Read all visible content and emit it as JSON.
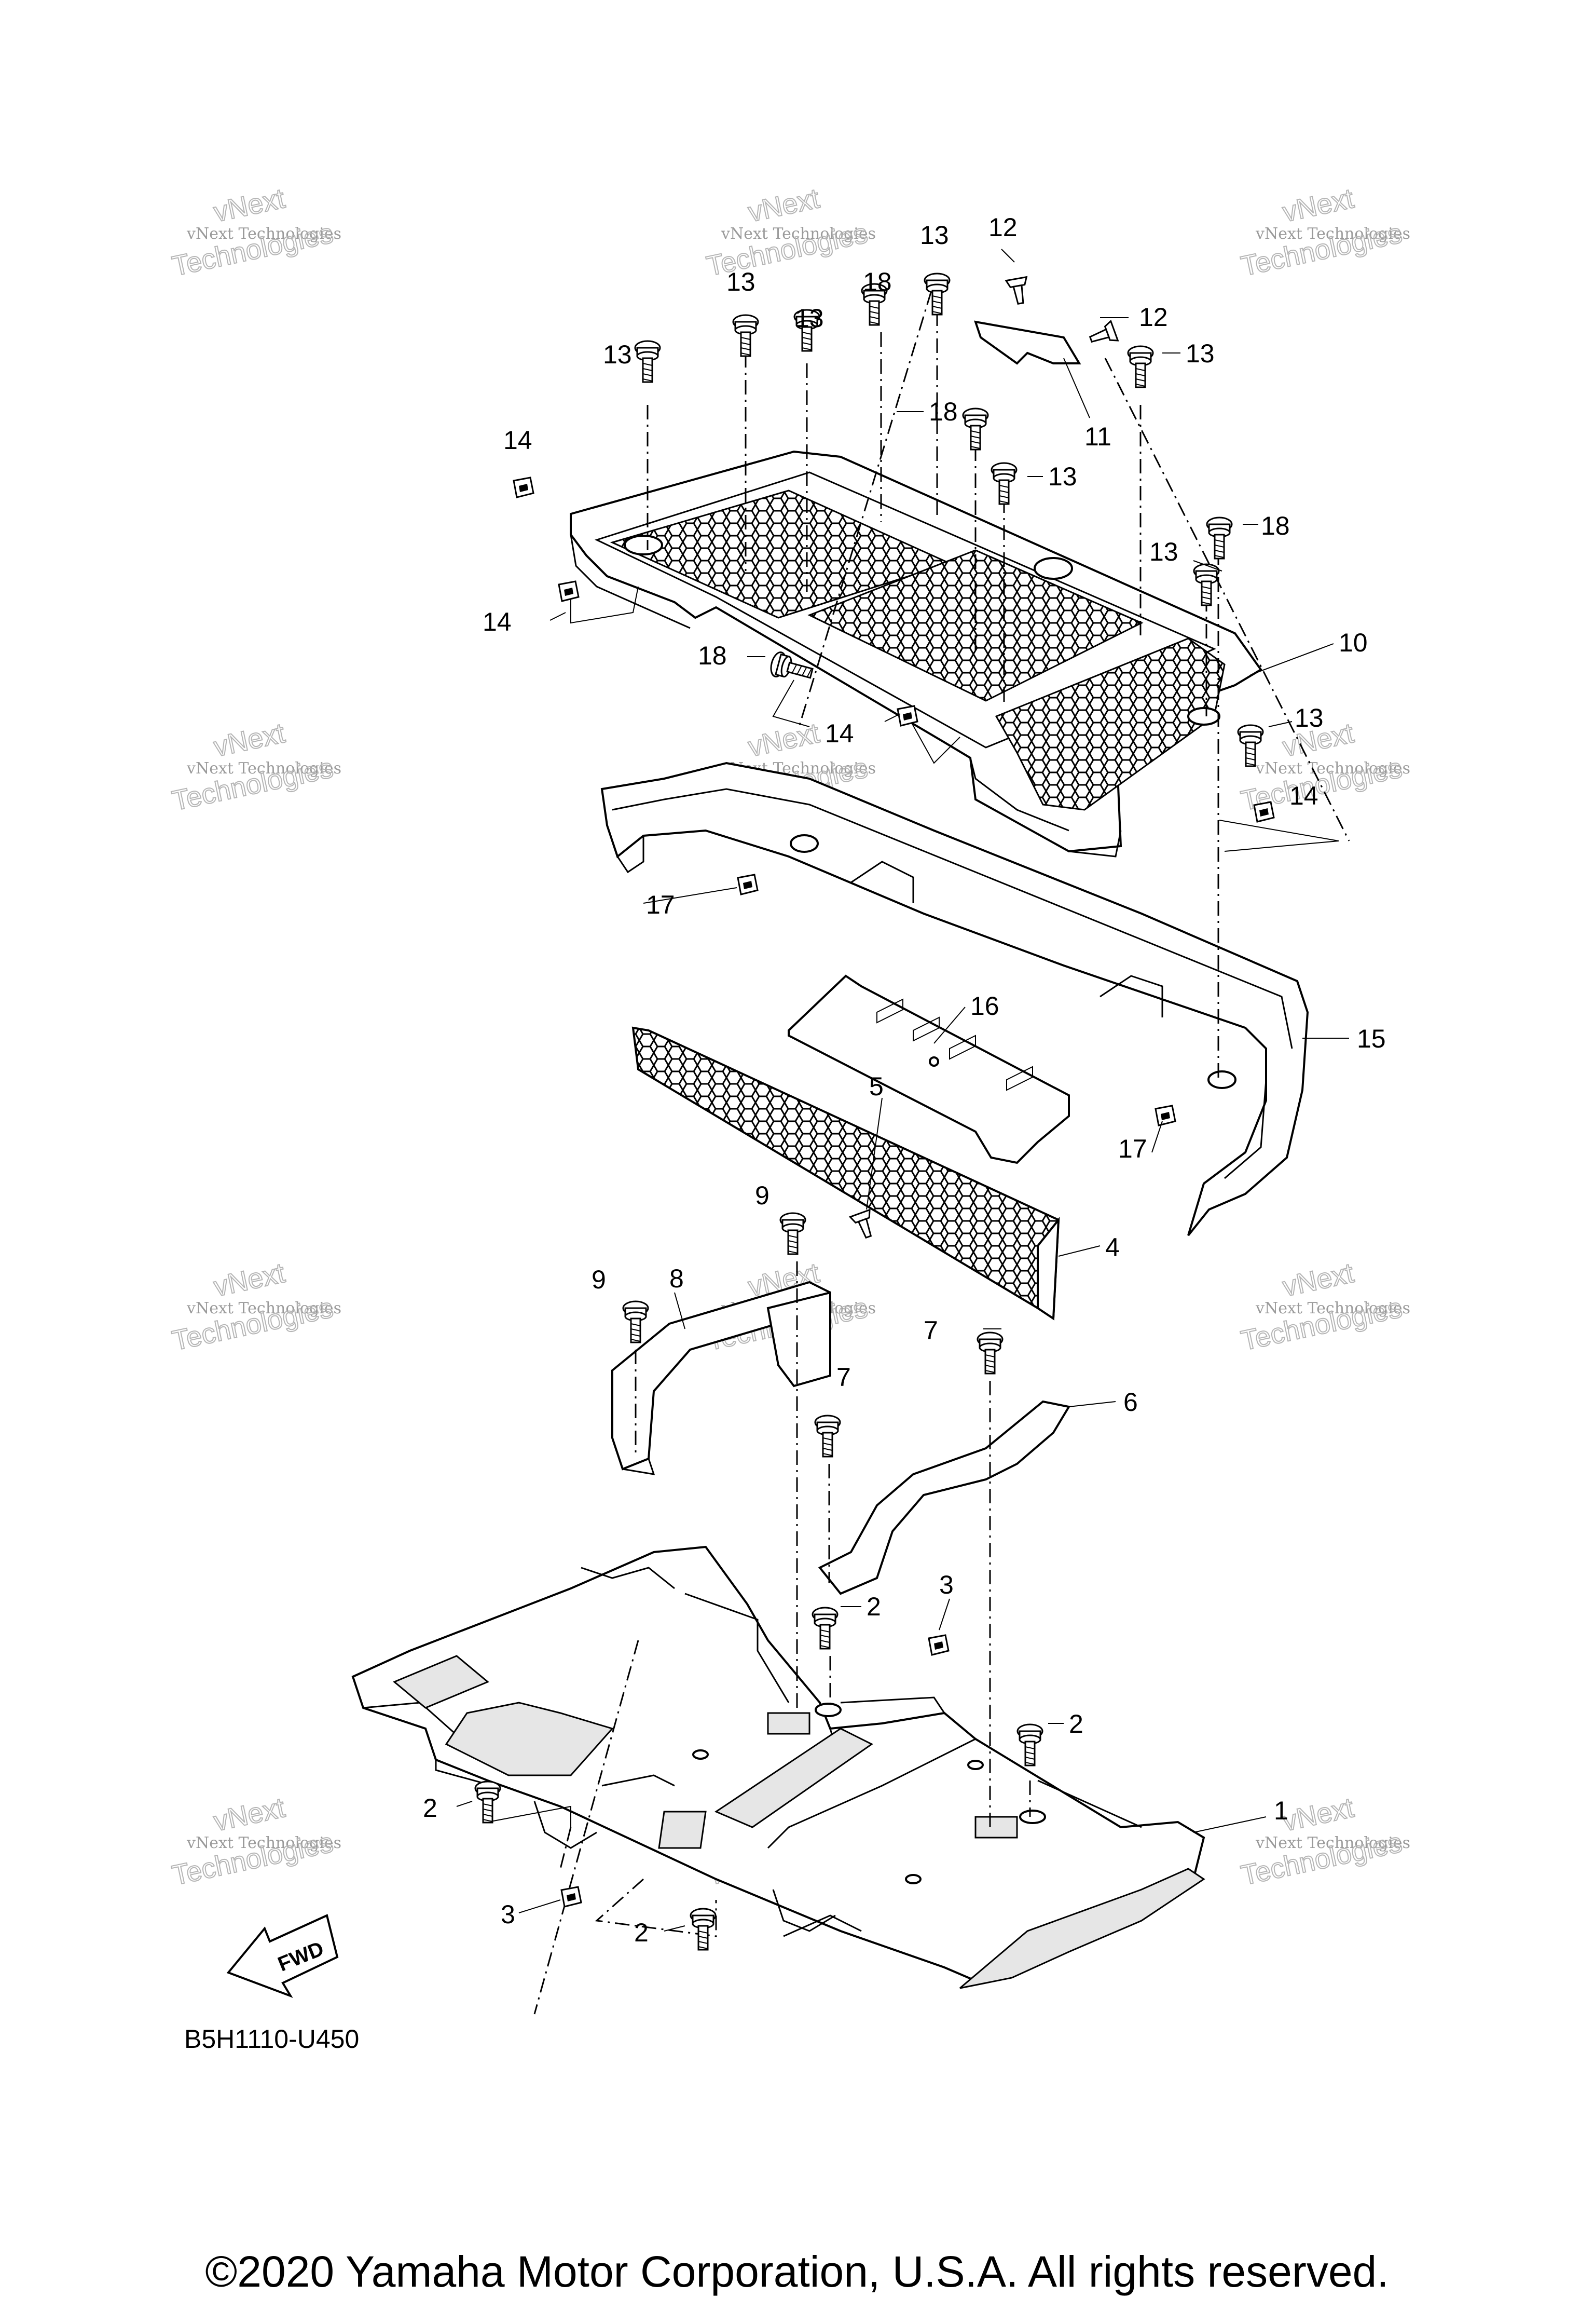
{
  "diagram_code": "B5H1110-U450",
  "copyright": "©2020 Yamaha Motor Corporation, U.S.A. All rights reserved.",
  "fwd_label": "FWD",
  "watermark": {
    "line1": "vNext Technologies",
    "line2": "vNext",
    "line3": "Technologies"
  },
  "callouts": {
    "c1": "1",
    "c2a": "2",
    "c2b": "2",
    "c2c": "2",
    "c2d": "2",
    "c3a": "3",
    "c3b": "3",
    "c4": "4",
    "c5": "5",
    "c6": "6",
    "c7a": "7",
    "c7b": "7",
    "c8": "8",
    "c9a": "9",
    "c9b": "9",
    "c10": "10",
    "c11": "11",
    "c12a": "12",
    "c12b": "12",
    "c13a": "13",
    "c13b": "13",
    "c13c": "13",
    "c13d": "13",
    "c13e": "13",
    "c13f": "13",
    "c13g": "13",
    "c13h": "13",
    "c14a": "14",
    "c14b": "14",
    "c14c": "14",
    "c14d": "14",
    "c15": "15",
    "c16": "16",
    "c17a": "17",
    "c17b": "17",
    "c18a": "18",
    "c18b": "18",
    "c18c": "18",
    "c18d": "18"
  },
  "colors": {
    "line": "#000000",
    "watermark": "#9a9a9a",
    "background": "#ffffff"
  }
}
